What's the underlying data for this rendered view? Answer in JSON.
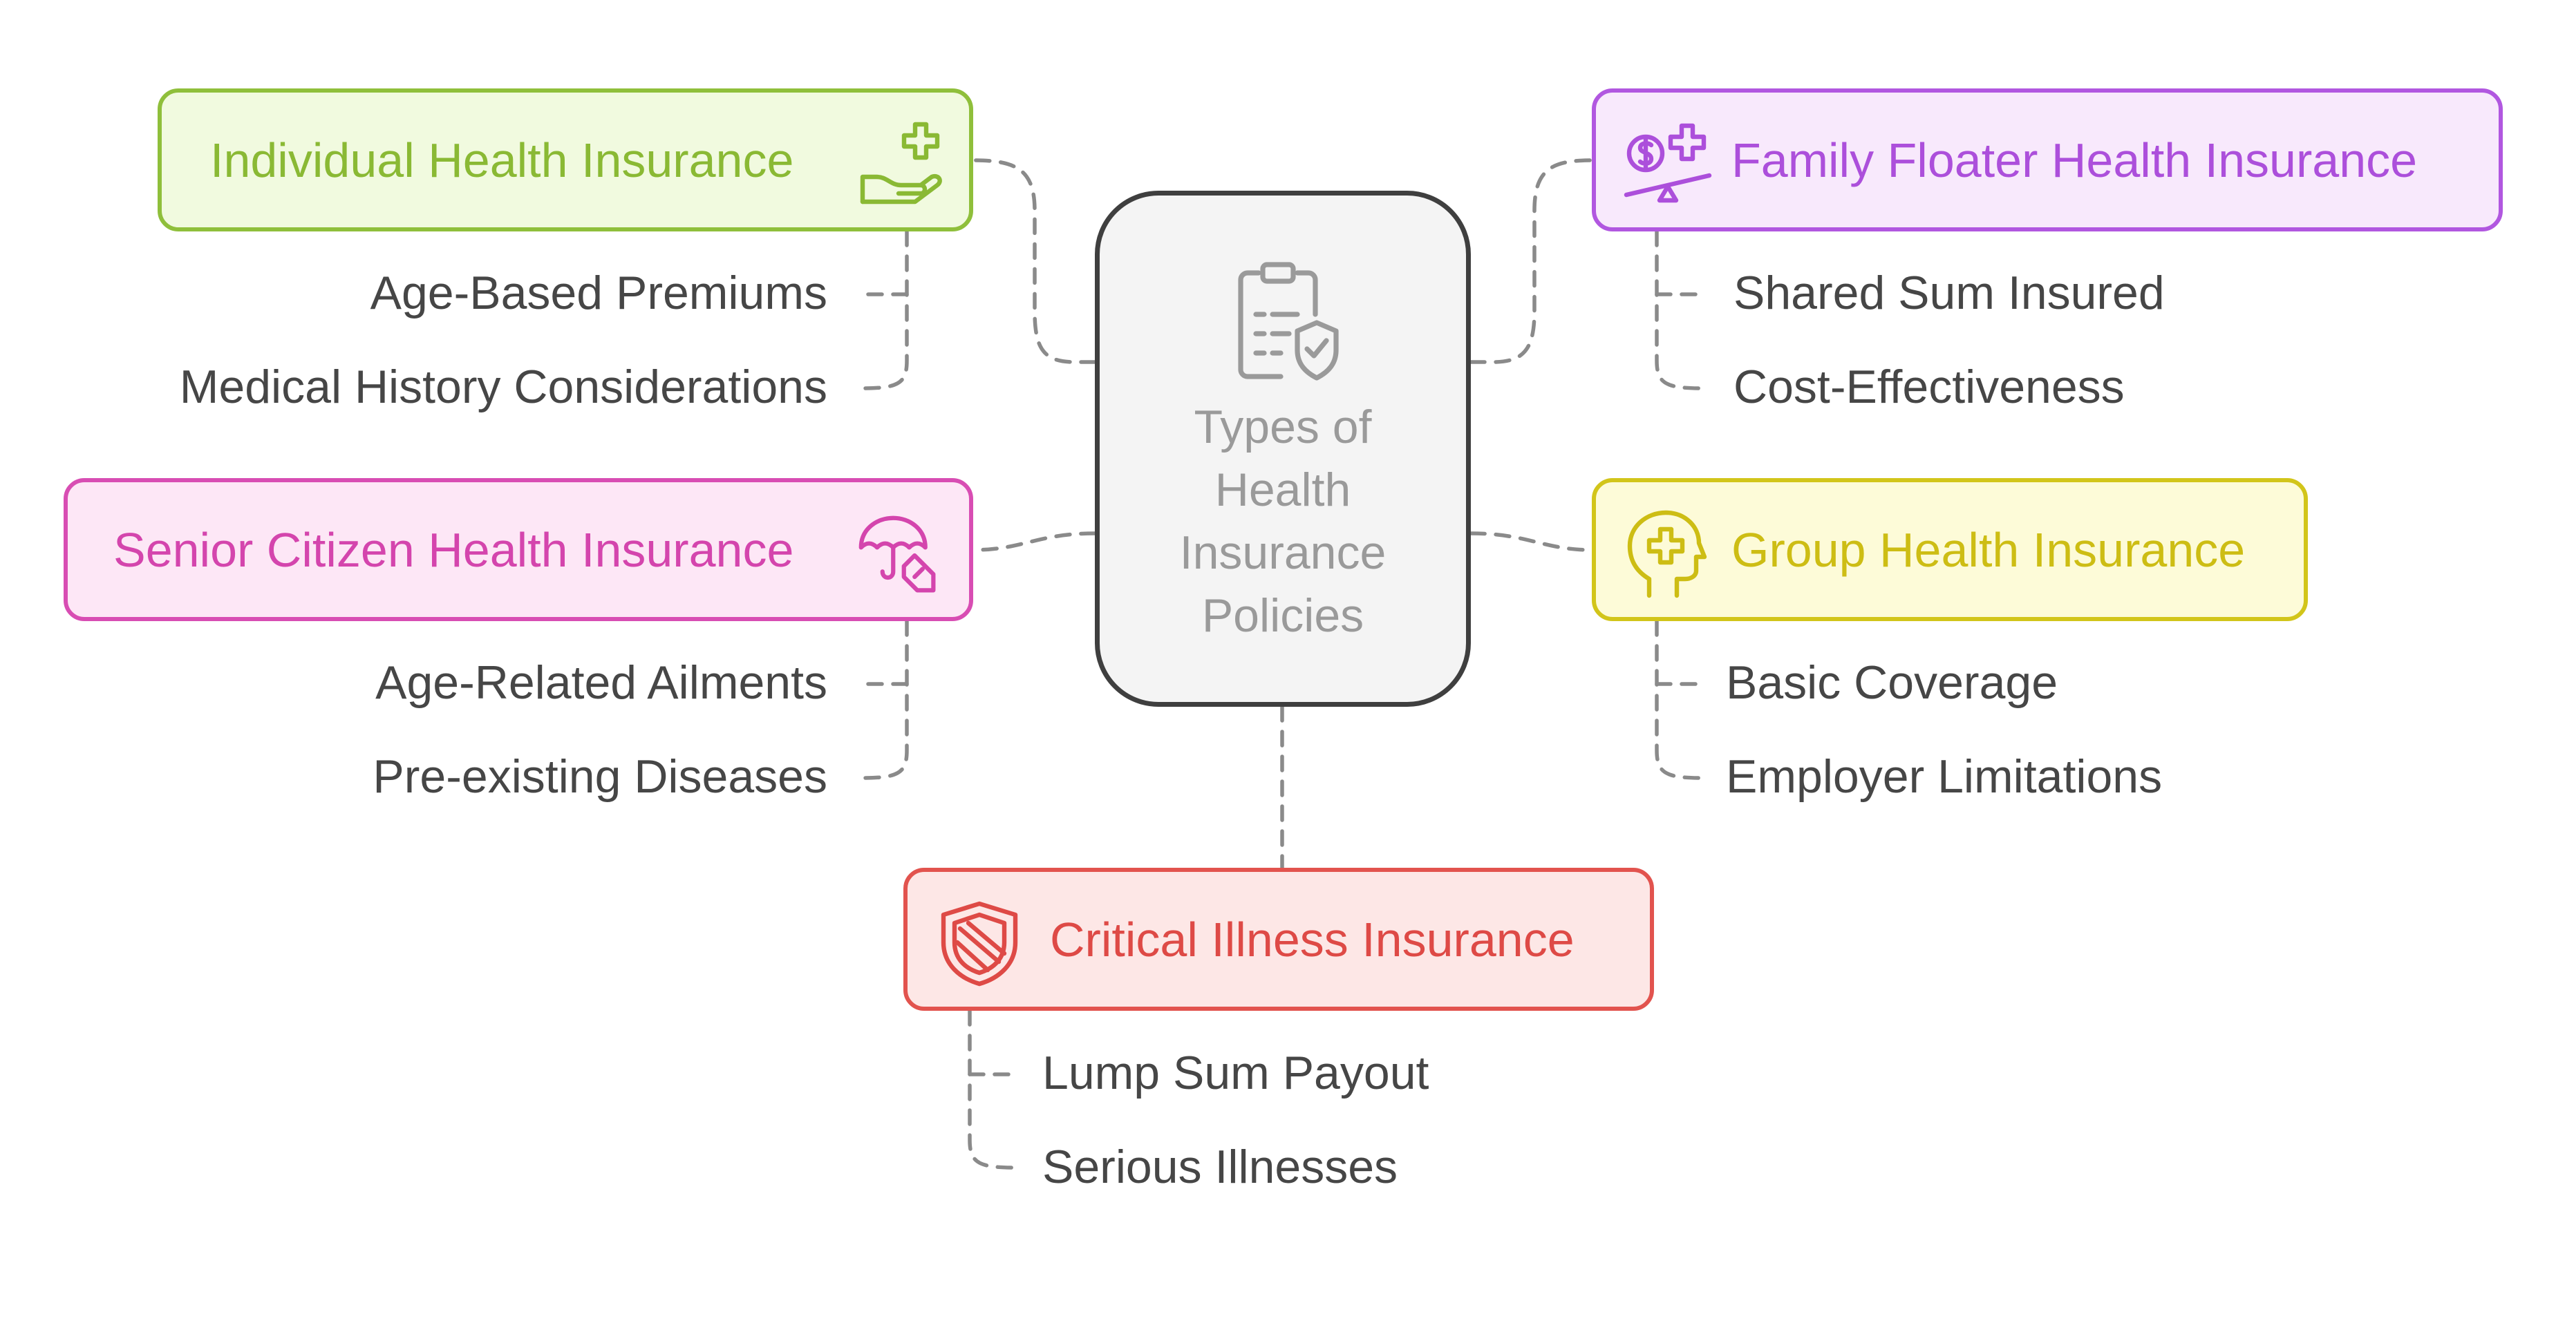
{
  "center": {
    "title": "Types of\nHealth\nInsurance\nPolicies",
    "icon": "clipboard-shield-check-icon"
  },
  "branches": {
    "individual": {
      "label": "Individual Health Insurance",
      "icon": "hand-plus-icon",
      "color": "#8ab934",
      "items": [
        "Age-Based Premiums",
        "Medical History Considerations"
      ]
    },
    "family": {
      "label": "Family Floater Health Insurance",
      "icon": "scale-money-plus-icon",
      "color": "#ac4fdb",
      "items": [
        "Shared Sum Insured",
        "Cost-Effectiveness"
      ]
    },
    "senior": {
      "label": "Senior Citizen Health Insurance",
      "icon": "umbrella-hand-icon",
      "color": "#d445ad",
      "items": [
        "Age-Related Ailments",
        "Pre-existing Diseases"
      ]
    },
    "group": {
      "label": "Group Health Insurance",
      "icon": "head-plus-icon",
      "color": "#cdbd14",
      "items": [
        "Basic Coverage",
        "Employer Limitations"
      ]
    },
    "critical": {
      "label": "Critical Illness Insurance",
      "icon": "shield-stripes-icon",
      "color": "#de4a46",
      "items": [
        "Lump Sum Payout",
        "Serious Illnesses"
      ]
    }
  }
}
